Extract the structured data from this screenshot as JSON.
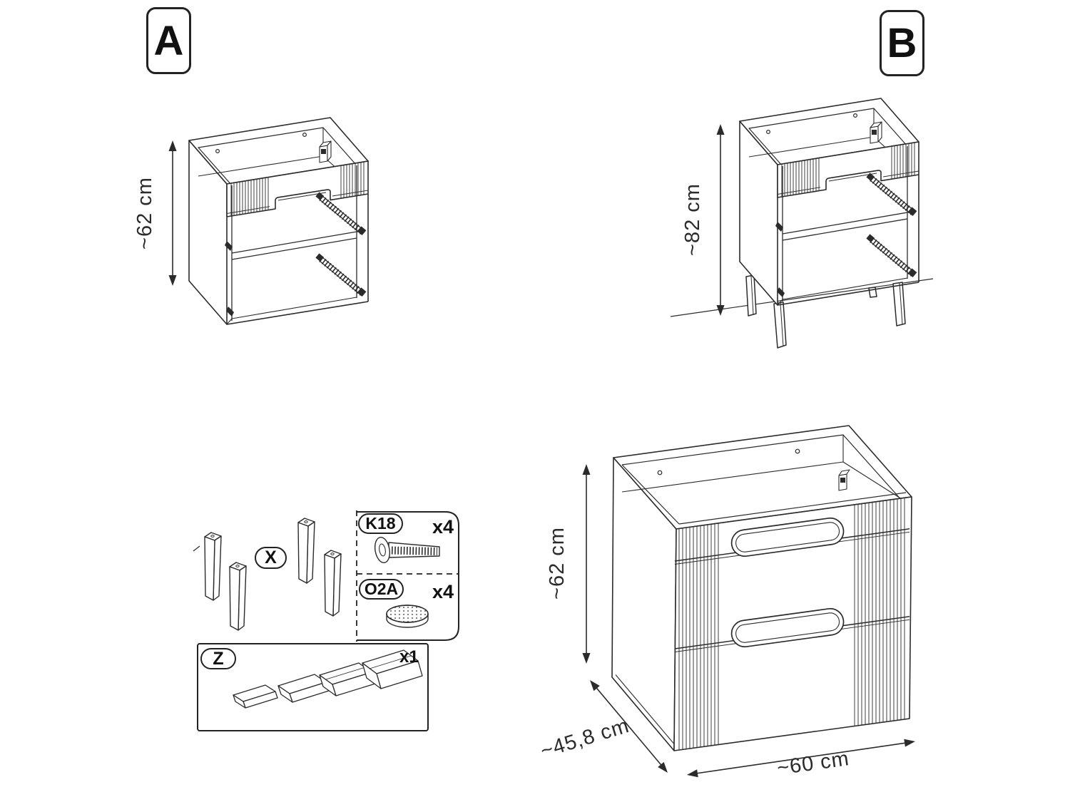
{
  "title": "Bathroom cabinet assembly diagram",
  "badges": {
    "a": "A",
    "b": "B"
  },
  "dimensions": {
    "view_a_height": "~62 cm",
    "view_b_height": "~82 cm",
    "assembled_height": "~62 cm",
    "assembled_depth": "~45,8 cm",
    "assembled_width": "~60 cm"
  },
  "parts": {
    "legs_label": "X",
    "screws_label": "K18",
    "screws_qty": "x4",
    "pads_label": "O2A",
    "pads_qty": "x4",
    "wedges_label": "Z",
    "wedges_qty": "x1"
  },
  "icons": {
    "view_a": "cabinet-carcass-drawing",
    "view_b": "cabinet-on-legs-drawing",
    "assembled": "assembled-cabinet-two-drawers-drawing",
    "legs": "furniture-leg-icon",
    "screw": "screw-icon",
    "pad": "round-pad-icon",
    "wedges": "wedge-shims-icon",
    "arrows": "dimension-arrow-icon"
  },
  "colors": {
    "line": "#2b2b2b",
    "background": "#ffffff",
    "text": "#111111"
  }
}
